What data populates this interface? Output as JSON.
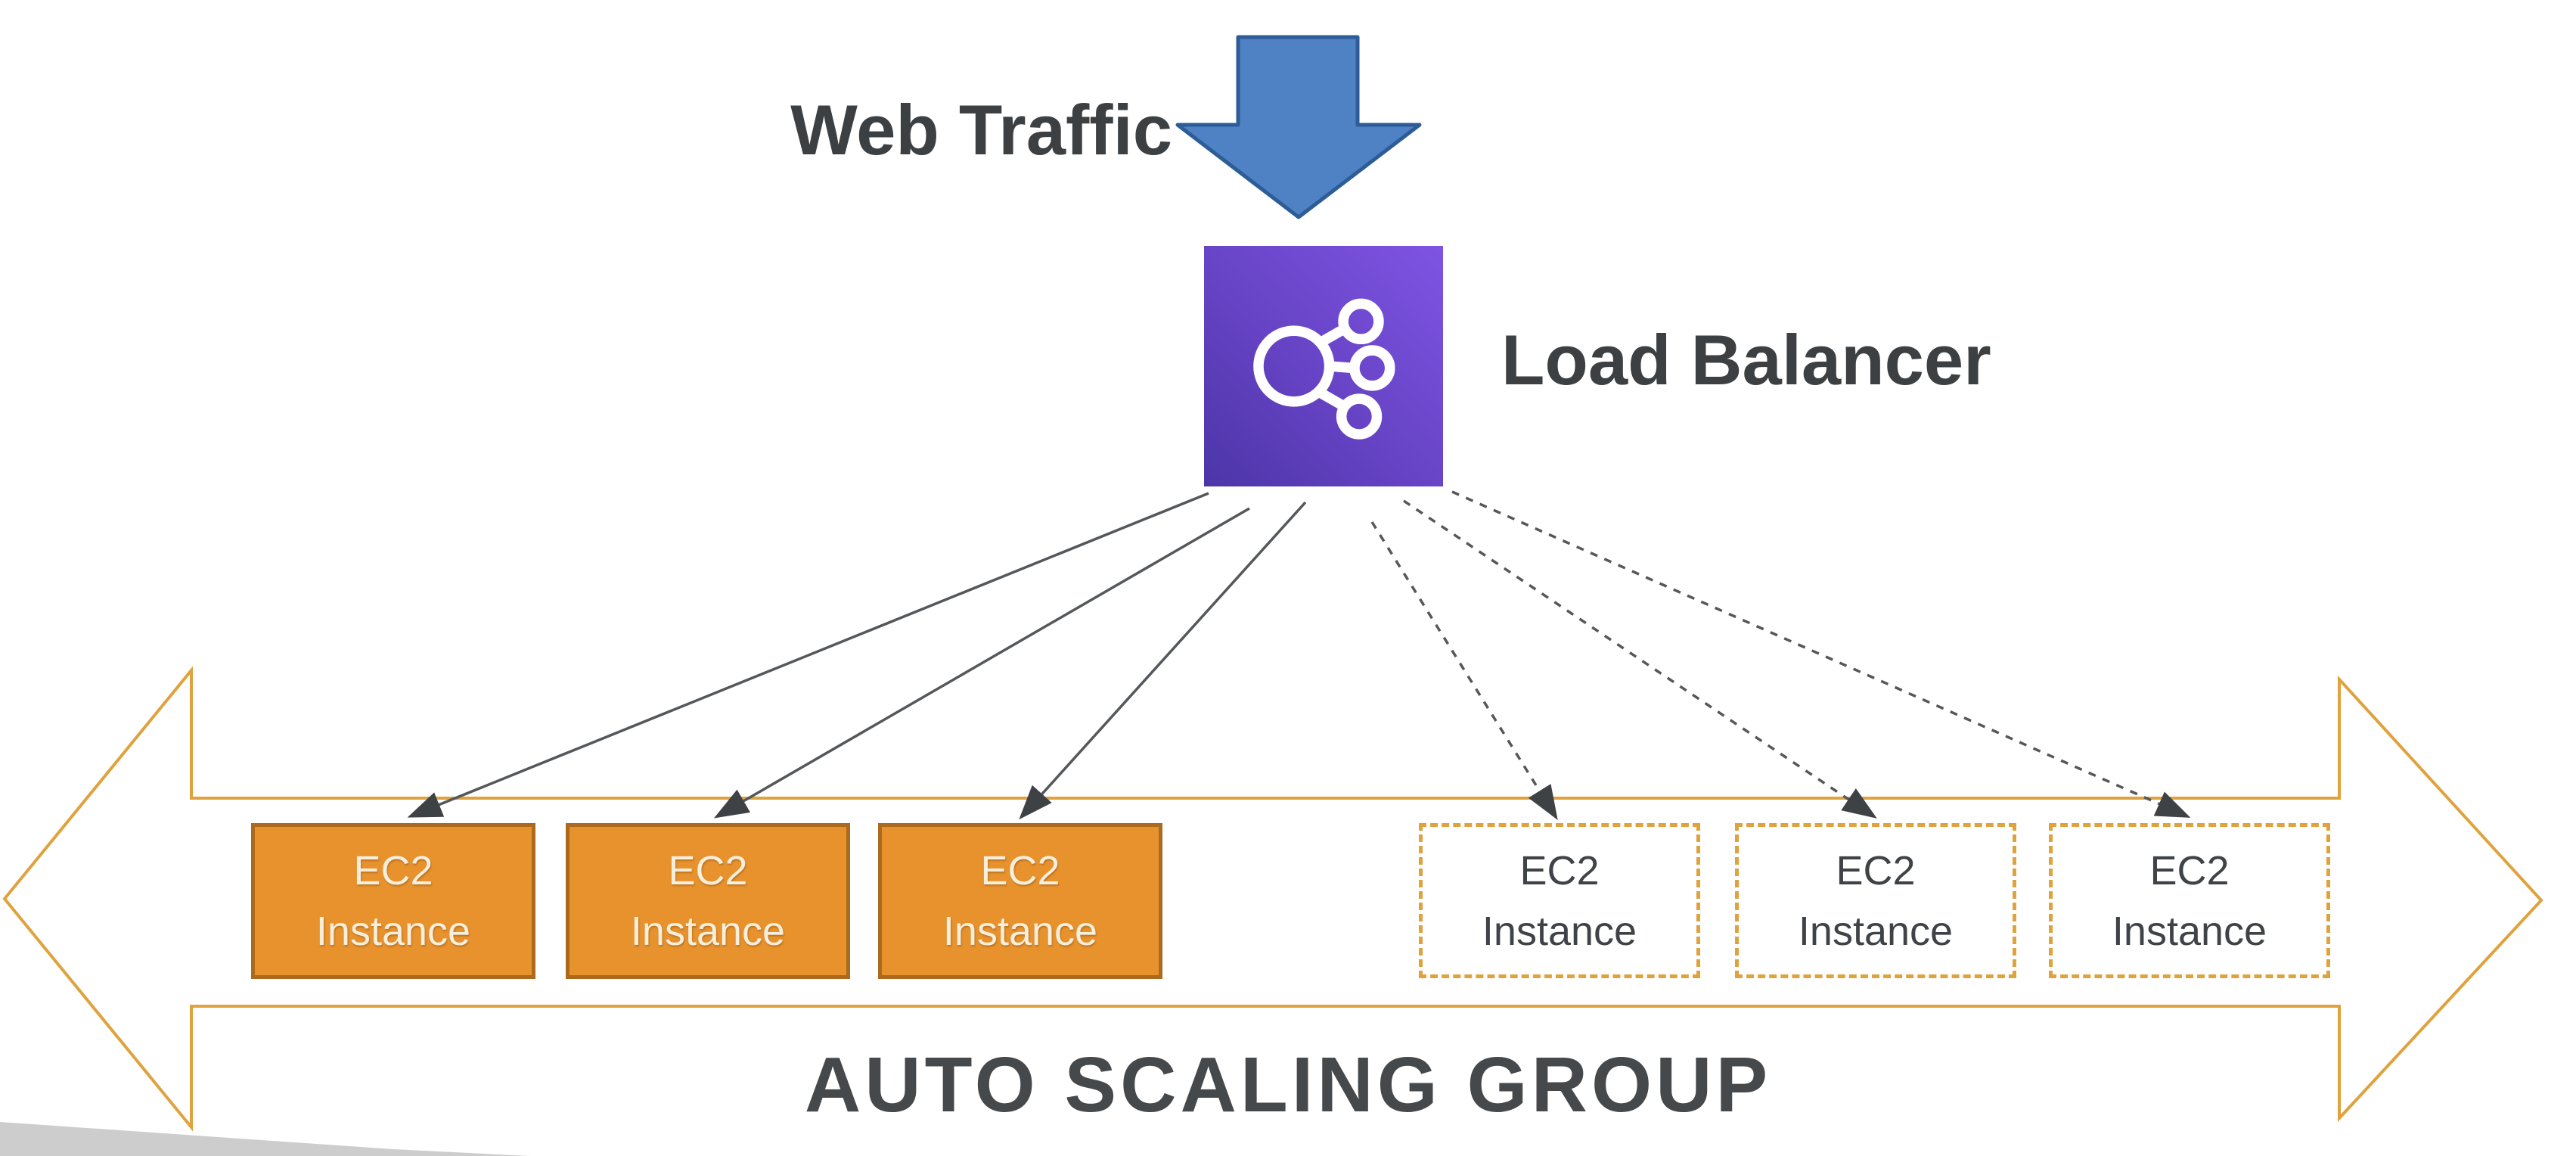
{
  "labels": {
    "web_traffic": "Web Traffic",
    "load_balancer": "Load Balancer",
    "auto_scaling_group": "AUTO SCALING GROUP"
  },
  "instances": {
    "active": [
      {
        "line1": "EC2",
        "line2": "Instance"
      },
      {
        "line1": "EC2",
        "line2": "Instance"
      },
      {
        "line1": "EC2",
        "line2": "Instance"
      }
    ],
    "potential": [
      {
        "line1": "EC2",
        "line2": "Instance"
      },
      {
        "line1": "EC2",
        "line2": "Instance"
      },
      {
        "line1": "EC2",
        "line2": "Instance"
      }
    ]
  },
  "icons": {
    "load_balancer": "elastic-load-balancer-icon",
    "web_traffic_arrow": "down-arrow-icon",
    "auto_scaling_arrow": "double-headed-horizontal-arrow",
    "solid_connector_count": 3,
    "dashed_connector_count": 3
  },
  "colors": {
    "outline_orange": "#DFA23D",
    "instance_fill_orange": "#E8922E",
    "instance_border_orange": "#AC6A1E",
    "traffic_blue": "#4E82C4",
    "traffic_blue_border": "#2E5C96",
    "load_balancer_purple_light": "#7E54E3",
    "load_balancer_purple_dark": "#4C35A8",
    "connector_gray": "#55585B",
    "text_dark": "#3C4043"
  }
}
